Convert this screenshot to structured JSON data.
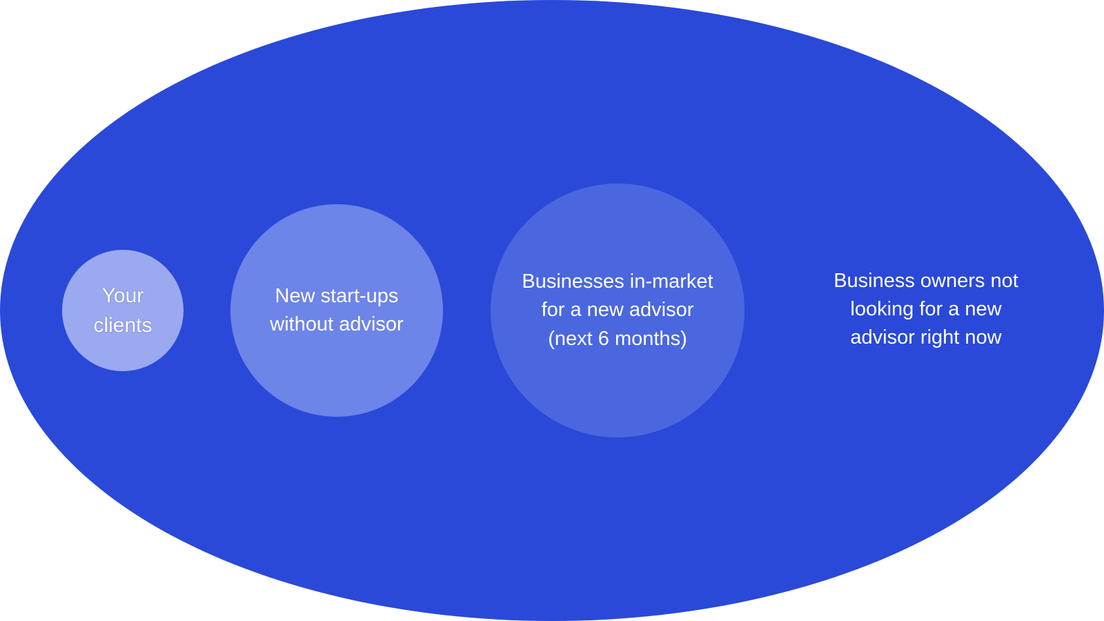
{
  "diagram": {
    "outer": {
      "label": "Business owners not\nlooking for a new\nadvisor right now",
      "color": "#2a49d8"
    },
    "circles": [
      {
        "id": "clients",
        "label": "Your\nclients",
        "color": "#9aa9f0"
      },
      {
        "id": "startups",
        "label": "New start-ups\nwithout advisor",
        "color": "#6d84e9"
      },
      {
        "id": "inmarket",
        "label": "Businesses in-market\nfor a new advisor\n(next 6 months)",
        "color": "#4a67e0"
      }
    ]
  }
}
